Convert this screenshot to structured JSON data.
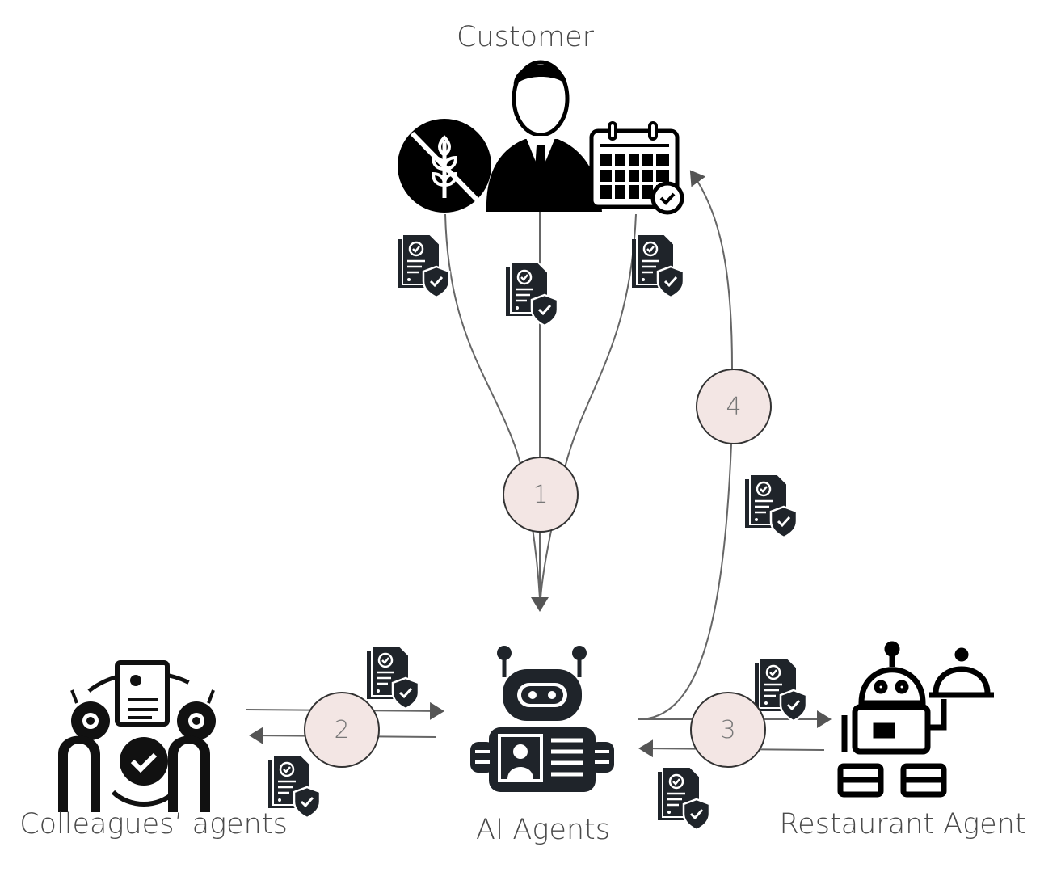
{
  "nodes": {
    "customer": "Customer",
    "ai_agents": "AI Agents",
    "colleagues": "Colleagues’ agents",
    "restaurant": "Restaurant Agent"
  },
  "steps": [
    "1",
    "2",
    "3",
    "4"
  ],
  "icons": [
    "person-icon",
    "gluten-free-icon",
    "calendar-check-icon",
    "verified-credential-icon",
    "ai-agent-robot-icon",
    "colleagues-agents-icon",
    "restaurant-robot-icon"
  ],
  "colors": {
    "ink": "#1f242a",
    "line": "#666666",
    "step_fill": "#f3e6e4",
    "step_stroke": "#333333"
  }
}
